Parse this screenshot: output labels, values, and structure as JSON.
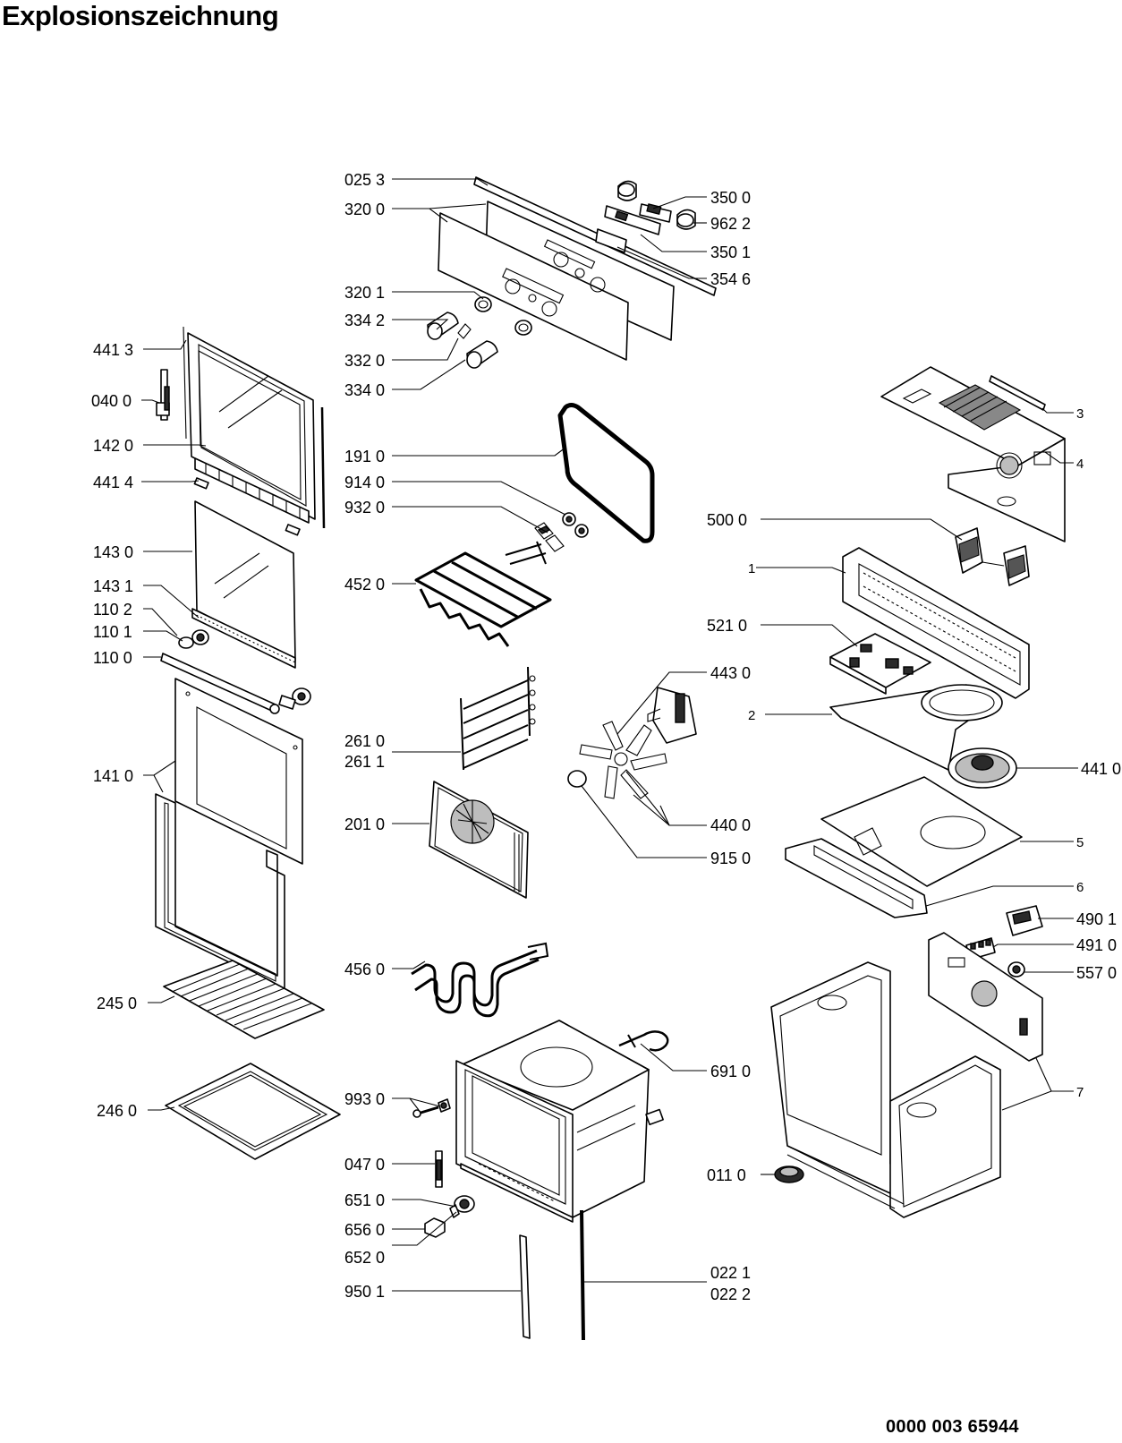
{
  "title": "Explosionszeichnung",
  "document_number": "0000 003 65944",
  "labels": {
    "l0253": "025 3",
    "l3200": "320 0",
    "l3201": "320 1",
    "l3342": "334 2",
    "l3320": "332 0",
    "l3340": "334 0",
    "l3500": "350 0",
    "l9622": "962 2",
    "l3501": "350 1",
    "l3546": "354 6",
    "l4413": "441 3",
    "l0400": "040 0",
    "l1420": "142 0",
    "l4414": "441 4",
    "l1430": "143 0",
    "l1431": "143 1",
    "l1102": "110 2",
    "l1101": "110 1",
    "l1100": "110 0",
    "l1410": "141 0",
    "l2450": "245 0",
    "l2460": "246 0",
    "l1910": "191 0",
    "l9140": "914 0",
    "l9320": "932 0",
    "l4520": "452 0",
    "l2610": "261 0",
    "l2611": "261 1",
    "l2010": "201 0",
    "l4560": "456 0",
    "l9930": "993 0",
    "l0470": "047 0",
    "l6510": "651 0",
    "l6560": "656 0",
    "l6520": "652 0",
    "l9501": "950 1",
    "l0221": "022 1",
    "l0222": "022 2",
    "l6910": "691 0",
    "l0110": "011 0",
    "l4430": "443 0",
    "l4400": "440 0",
    "l9150": "915 0",
    "l5000": "500 0",
    "l5210": "521 0",
    "l4410": "441 0",
    "l4901": "490 1",
    "l4910": "491 0",
    "l5570": "557 0",
    "n1": "1",
    "n2": "2",
    "n3": "3",
    "n4": "4",
    "n5": "5",
    "n6": "6",
    "n7": "7"
  }
}
